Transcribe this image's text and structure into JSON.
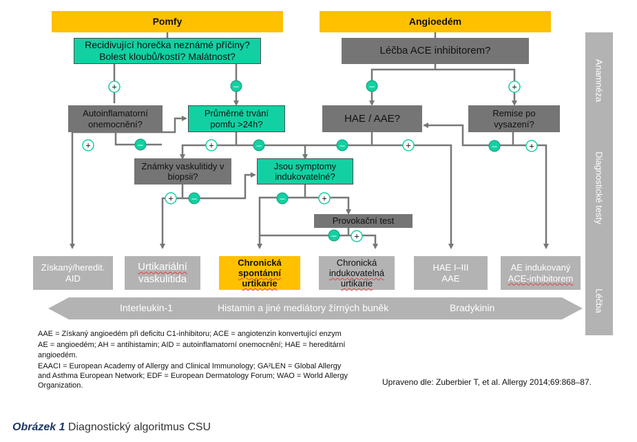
{
  "headers": {
    "pomfy": "Pomfy",
    "angioedem": "Angioedém"
  },
  "questions": {
    "fever_line1": "Recidivující horečka neznámé příčiny?",
    "fever_line2": "Bolest kloubů/kostí? Malátnost?",
    "ace": "Léčba ACE inhibitorem?",
    "autoinflam_line1": "Autoinflamatorní",
    "autoinflam_line2": "onemocnění?",
    "duration_line1": "Průměrné trvání",
    "duration_line2": "pomfu >24h?",
    "hae": "HAE / AAE?",
    "remise_line1": "Remise po",
    "remise_line2": "vysazení?",
    "vaskulit_line1": "Známky vaskulitidy v",
    "vaskulit_line2": "biopsii?",
    "inducible_line1": "Jsou symptomy",
    "inducible_line2": "indukovatelné?",
    "provocation": "Provokační test"
  },
  "results": {
    "aid_line1": "Získaný/heredit.",
    "aid_line2": "AID",
    "uv_line1": "Urtikariální",
    "uv_line2": "vaskulitida",
    "csu_line1": "Chronická",
    "csu_line2": "spontánní",
    "csu_line3": "urtikarie",
    "cindu_line1": "Chronická",
    "cindu_line2": "indukovatelná",
    "cindu_line3": "urtikarie",
    "hae_line1": "HAE I–III",
    "hae_line2": "AAE",
    "aeace_line1": "AE indukovaný",
    "aeace_line2": "ACE-inhibitorem"
  },
  "sidebar": {
    "anamneza": "Anamnéza",
    "testy": "Diagnostické testy",
    "lecba": "Léčba"
  },
  "mediators": {
    "il1": "Interleukin-1",
    "histamin": "Histamin a jiné mediátory žírných buněk",
    "bradykinin": "Bradykinin"
  },
  "signs": {
    "plus": "+",
    "minus": "–"
  },
  "legend": [
    "AAE = Získaný angioedém při deficitu C1-inhibitoru; ACE = angiotenzin  konvertující enzym",
    "AE = angioedém; AH = antihistamin; AID = autoinflamatorní onemocnění; HAE = hereditární angioedém.",
    "EAACI = European Academy of Allergy and Clinical Immunology; GA²LEN = Global Allergy and Asthma European Network; EDF = European Dermatology Forum; WAO = World Allergy Organization."
  ],
  "source": "Upraveno dle: Zuberbier T, et al. Allergy 2014;69:868–87.",
  "caption": {
    "label": "Obrázek 1",
    "text": " Diagnostický algoritmus CSU"
  },
  "colors": {
    "yellow": "#ffc000",
    "teal": "#13d0a2",
    "dark_gray": "#757575",
    "light_gray": "#b3b3b3",
    "line": "#777777"
  }
}
